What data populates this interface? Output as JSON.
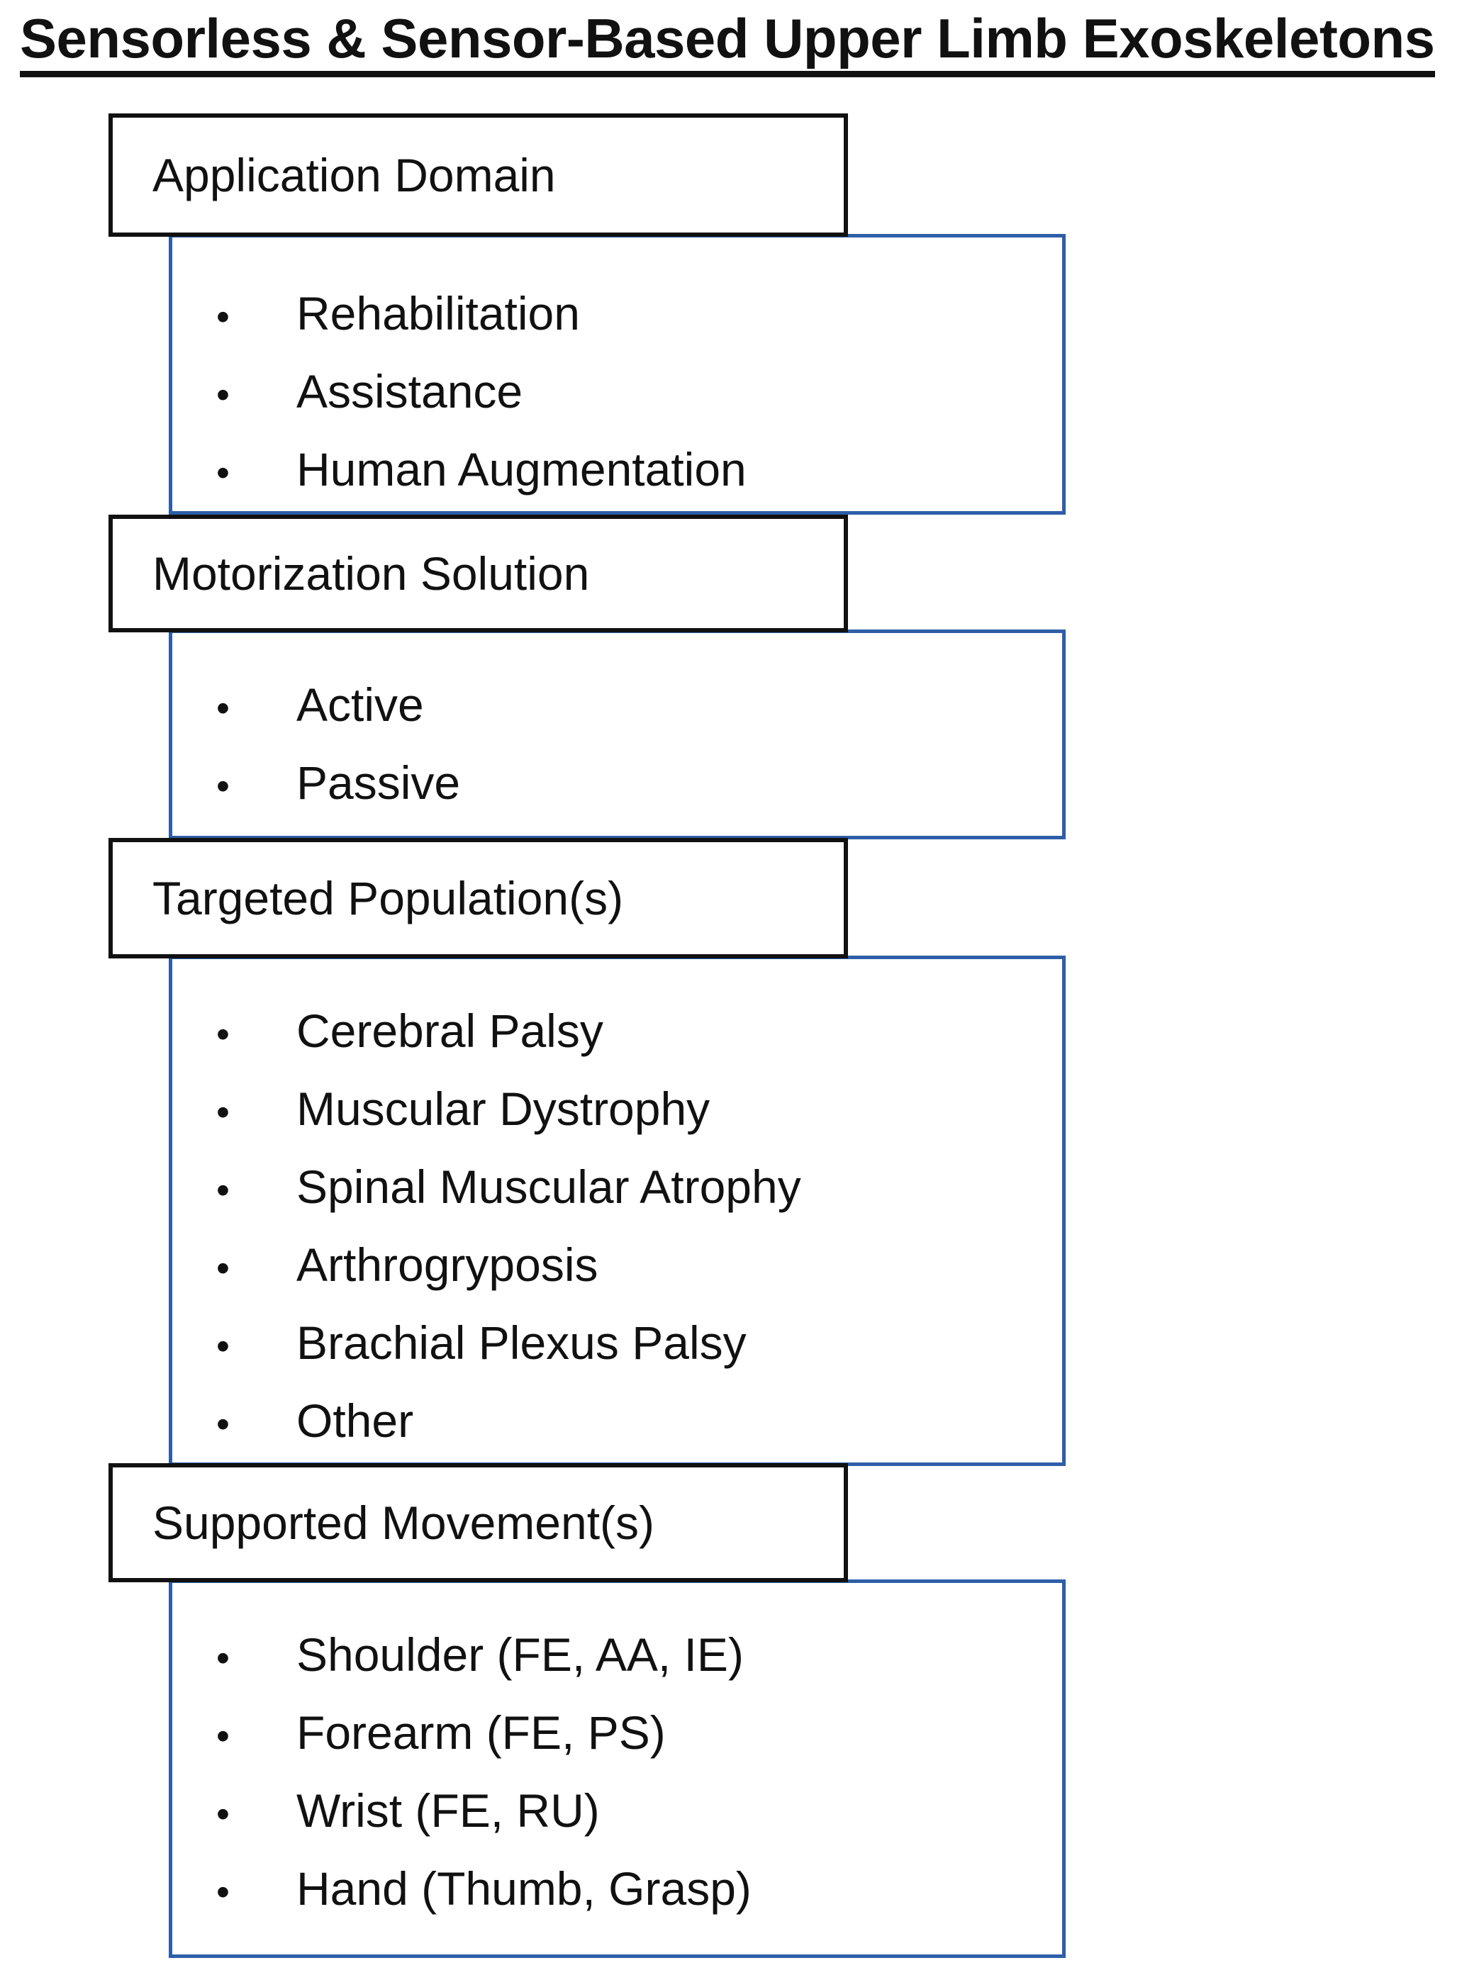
{
  "title": "Sensorless & Sensor-Based Upper Limb Exoskeletons",
  "colors": {
    "border_black": "#111111",
    "border_blue": "#2e5ea8",
    "text": "#111111",
    "background": "#ffffff"
  },
  "bullet_glyph": "•",
  "sections": [
    {
      "header": "Application Domain",
      "items": [
        "Rehabilitation",
        "Assistance",
        "Human Augmentation"
      ]
    },
    {
      "header": "Motorization Solution",
      "items": [
        "Active",
        "Passive"
      ]
    },
    {
      "header": "Targeted Population(s)",
      "items": [
        "Cerebral Palsy",
        "Muscular Dystrophy",
        "Spinal Muscular Atrophy",
        "Arthrogryposis",
        "Brachial Plexus Palsy",
        "Other"
      ]
    },
    {
      "header": "Supported Movement(s)",
      "items": [
        "Shoulder (FE, AA, IE)",
        "Forearm (FE, PS)",
        "Wrist (FE, RU)",
        "Hand (Thumb, Grasp)"
      ]
    }
  ]
}
